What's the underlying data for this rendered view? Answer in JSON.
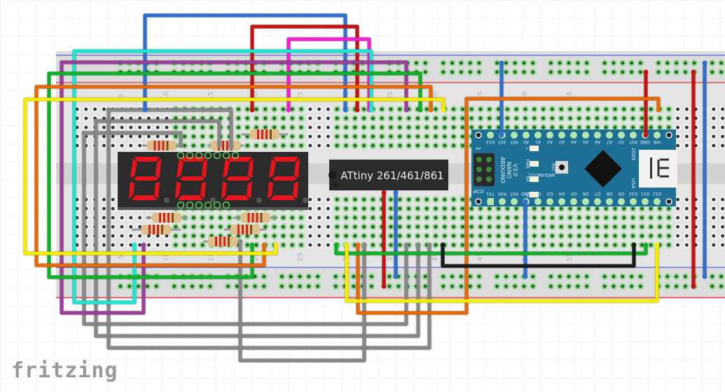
{
  "app": {
    "name": "Fritzing",
    "view": "Breadboard view",
    "logo_text": "fritzing"
  },
  "colors": {
    "grid": "#e6ebf2",
    "breadboard": "#dcdcdc",
    "breadboard_light": "#e8e8e8",
    "rail_red": "#e05050",
    "rail_blue": "#3344dd",
    "hole": "#333333",
    "hole_active": "#8fdc8f",
    "arduino_board": "#1e6f96",
    "chip_body": "#2b2b2b",
    "segment_on": "#e8141b",
    "display_body": "#2b2b2b"
  },
  "breadboard": {
    "column_labels": [
      "5",
      "10",
      "15",
      "20",
      "25",
      "30",
      "35",
      "40",
      "45",
      "50",
      "55"
    ]
  },
  "components": {
    "display": {
      "label": "4-digit 7-segment display",
      "digits": [
        "8",
        "8",
        "8",
        "8"
      ]
    },
    "chip": {
      "label": "ATtiny 261/461/861"
    },
    "arduino": {
      "title_lines": [
        "ARDUINO",
        "NANO",
        "V3.0"
      ],
      "brand": "ARDUINO.CC",
      "year": "2009",
      "origin": "USA",
      "icsp_label": "ICSP",
      "pin1_label": "1",
      "reset_label": "RST",
      "leds": [
        "L",
        "PWR",
        "RX",
        "TX"
      ],
      "top_pins": [
        "VIN",
        "GND",
        "RST",
        "5V",
        "A7",
        "A6",
        "A5",
        "A4",
        "A3",
        "A2",
        "A1",
        "A0",
        "REF",
        "3V3",
        "D13"
      ],
      "bottom_pins": [
        "TX1",
        "RX0",
        "RST",
        "GND",
        "D2",
        "D3",
        "D4",
        "D5",
        "D6",
        "D7",
        "D8",
        "D9",
        "D10",
        "D11",
        "D12"
      ]
    },
    "resistors": {
      "count": 8
    }
  },
  "wires": [
    {
      "color": "#2f6fce",
      "name": "blue"
    },
    {
      "color": "#c21414",
      "name": "red"
    },
    {
      "color": "#ee22cc",
      "name": "magenta"
    },
    {
      "color": "#1fe6d2",
      "name": "cyan"
    },
    {
      "color": "#9a3f9a",
      "name": "purple"
    },
    {
      "color": "#12b02a",
      "name": "green"
    },
    {
      "color": "#e66a0c",
      "name": "orange"
    },
    {
      "color": "#f5ee00",
      "name": "yellow"
    },
    {
      "color": "#888888",
      "name": "gray"
    },
    {
      "color": "#1a1a1a",
      "name": "black"
    }
  ]
}
